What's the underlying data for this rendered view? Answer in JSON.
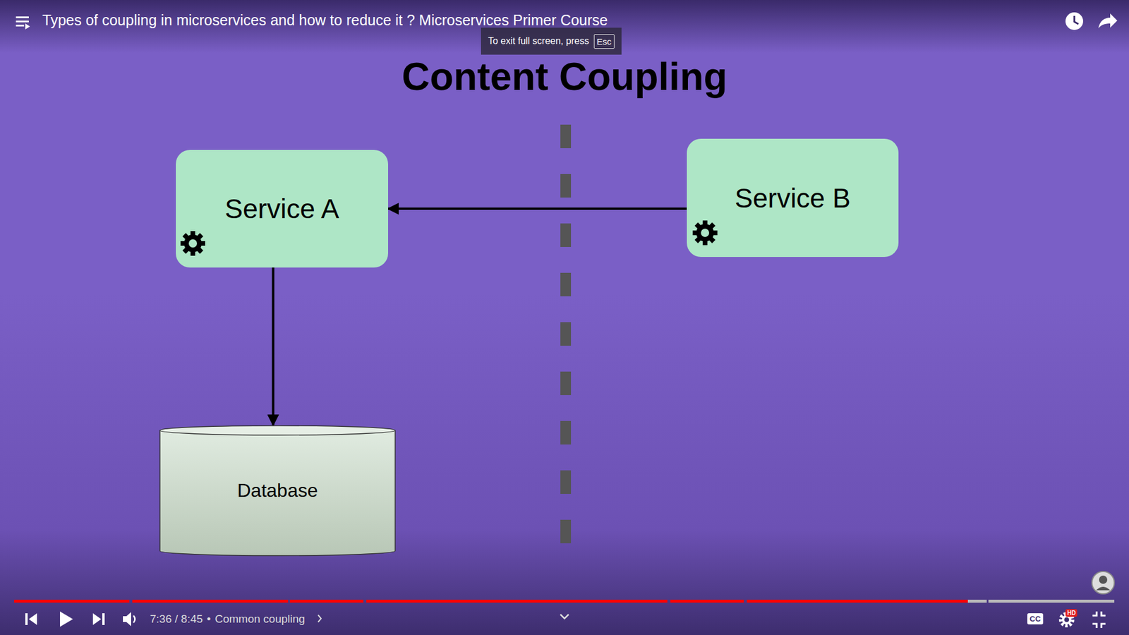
{
  "diagram": {
    "title": "Content Coupling",
    "nodes": [
      {
        "text": [
          "Service A"
        ]
      },
      {
        "text": [
          "Service B"
        ]
      },
      {
        "text": [
          "Database"
        ]
      }
    ],
    "edges": [
      {
        "from": 1,
        "to": 0,
        "arrow": "to"
      },
      {
        "from": 0,
        "to": 2,
        "arrow": "to"
      }
    ],
    "labels": [
      "Types of coupling in microservices and how to reduce it ? Microservices Primer Course",
      "To exit full screen, press",
      "Esc",
      "7:36 / 8:45",
      "•",
      "Common coupling",
      "CC",
      "HD"
    ]
  }
}
